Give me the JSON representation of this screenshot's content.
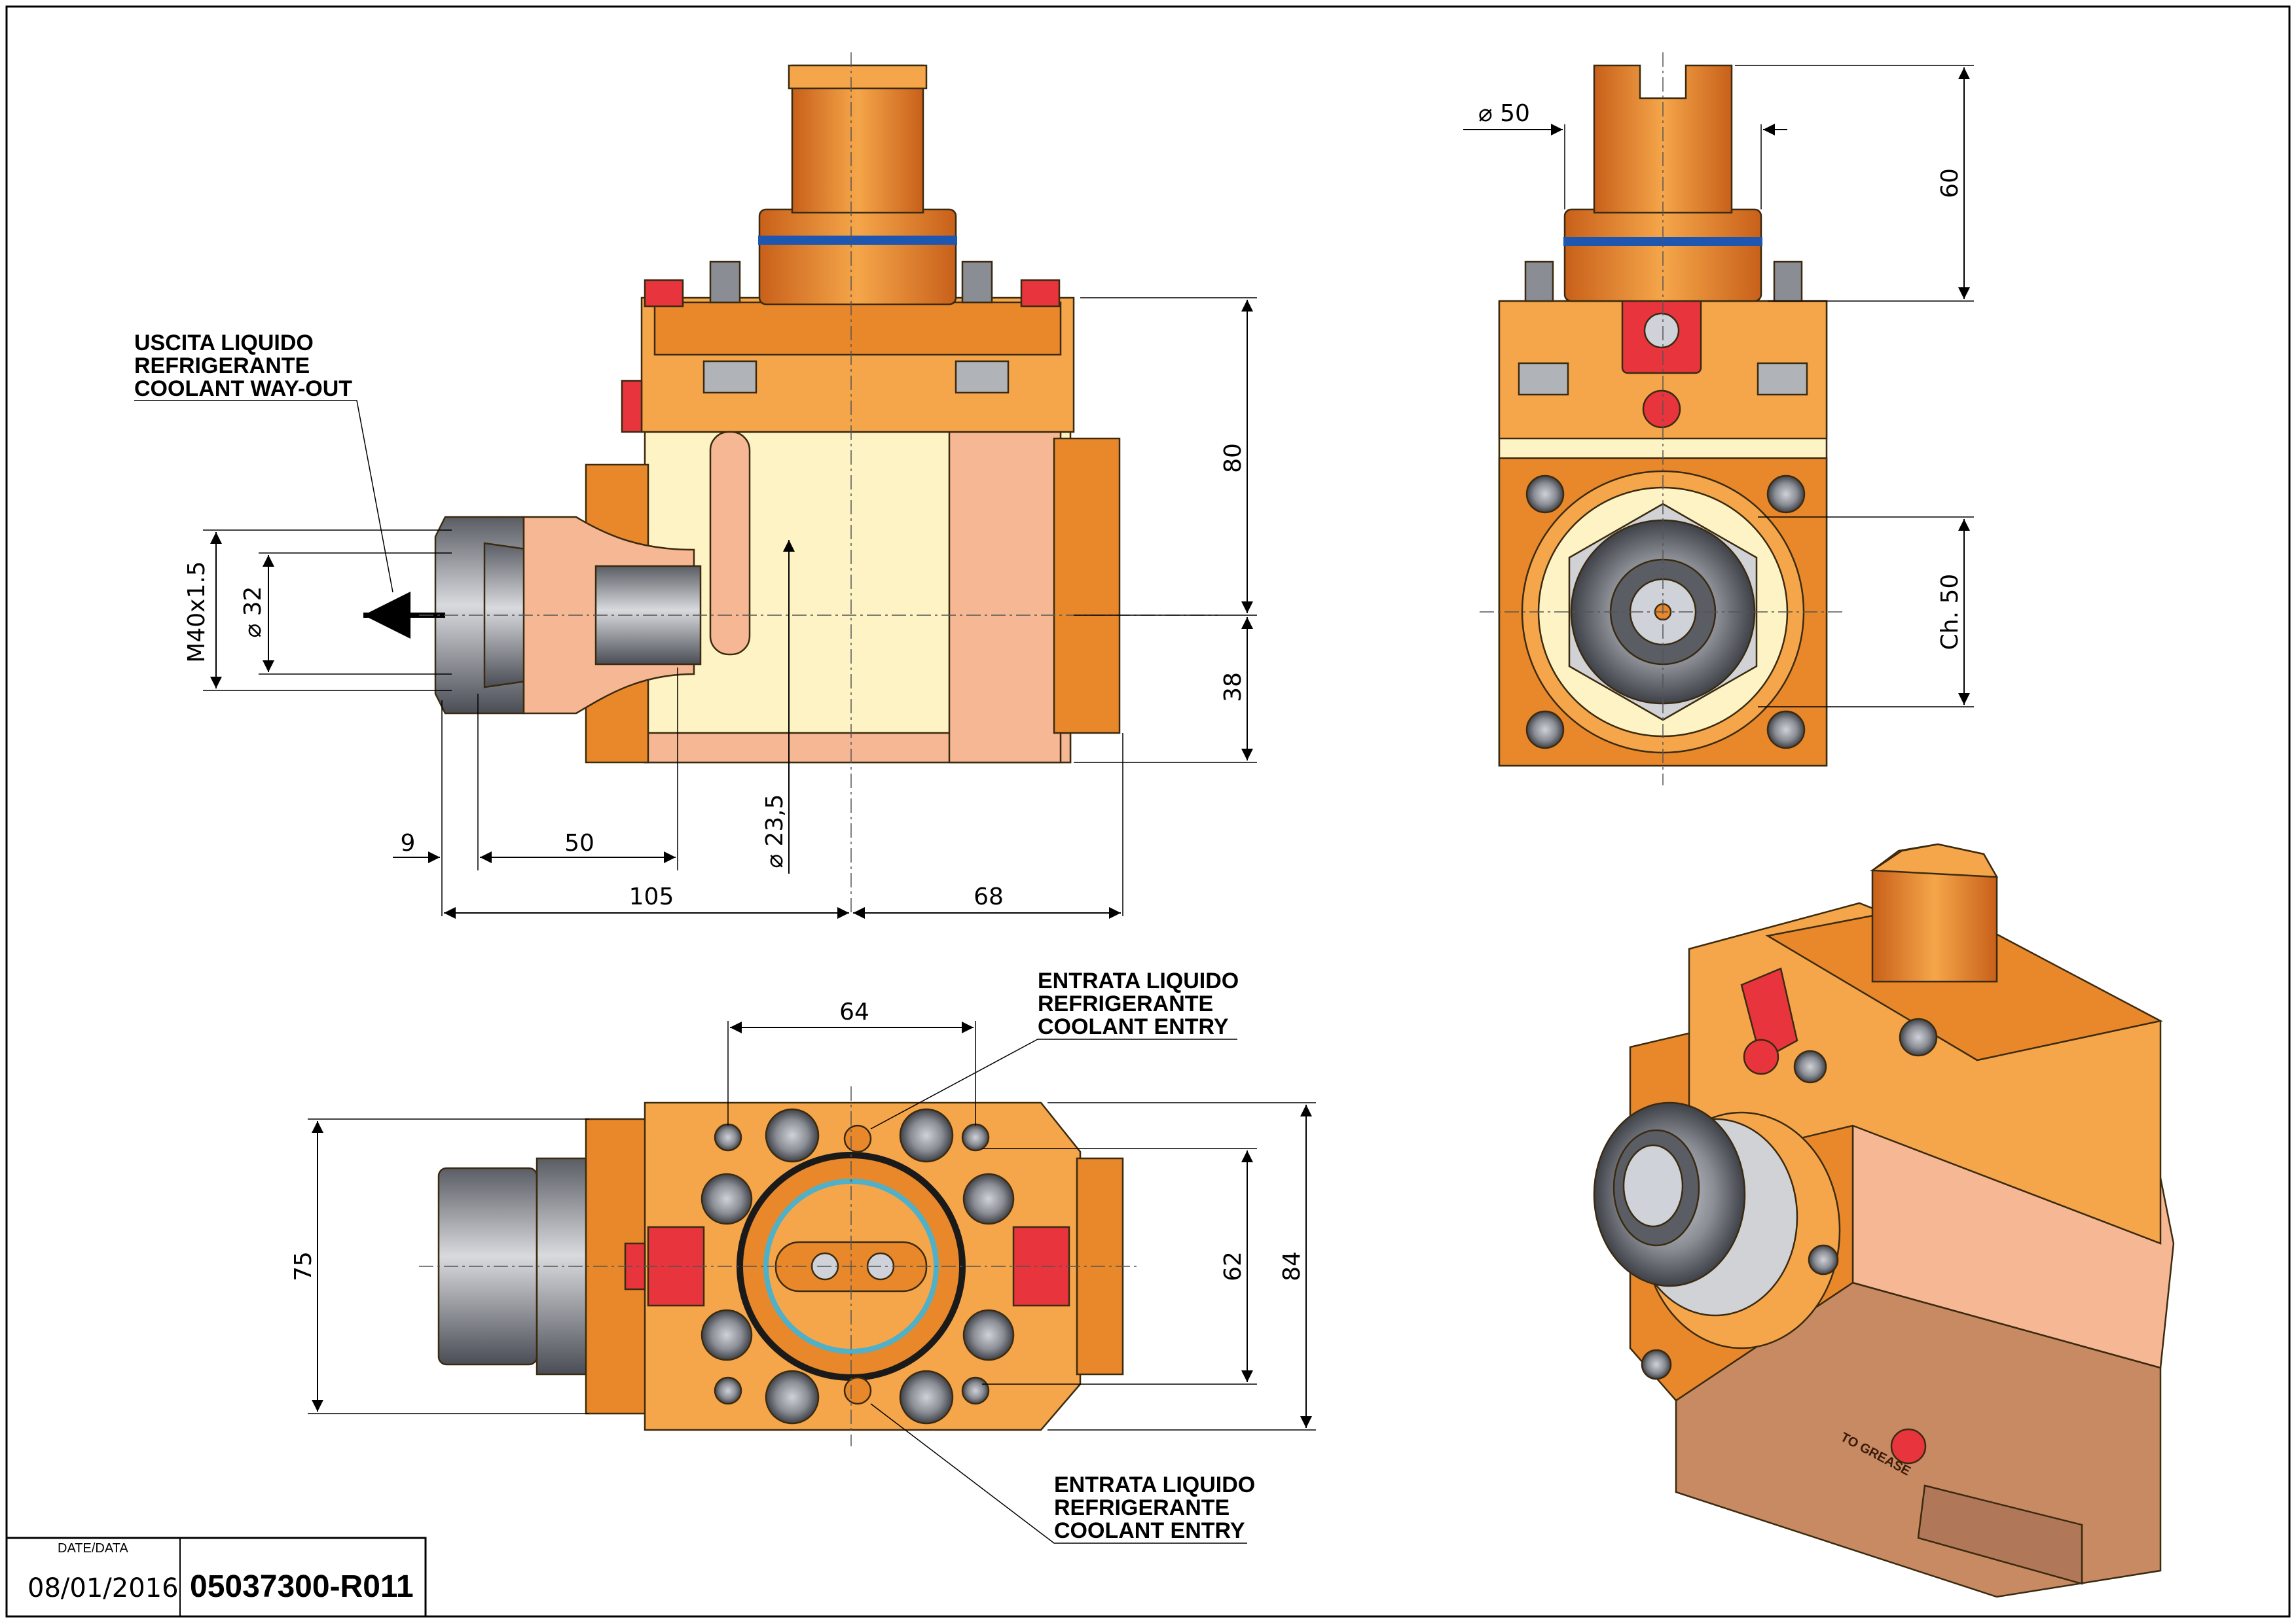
{
  "colors": {
    "orange": "#e8882a",
    "orange_dark": "#c8601a",
    "orange_light": "#f5a64a",
    "cream": "#fdf3c4",
    "salmon": "#f6b894",
    "red": "#e8343c",
    "steel": "#8a8d94",
    "steel_dark": "#4a4d55",
    "blue_ring": "#1f57b0"
  },
  "front_view": {
    "dim_80": "80",
    "dim_38": "38",
    "dim_9": "9",
    "dim_50": "50",
    "dim_105": "105",
    "dim_68": "68",
    "dim_thread": "M40x1.5",
    "dim_d32": "⌀ 32",
    "dim_d23": "⌀ 23,5",
    "coolant_out_line1": "USCITA LIQUIDO",
    "coolant_out_line2": "REFRIGERANTE",
    "coolant_out_line3": "COOLANT WAY-OUT"
  },
  "side_view": {
    "dim_d50": "⌀ 50",
    "dim_60": "60",
    "dim_ch50": "Ch. 50"
  },
  "top_view": {
    "dim_64": "64",
    "dim_75": "75",
    "dim_62": "62",
    "dim_84": "84",
    "coolant_in_top_line1": "ENTRATA LIQUIDO",
    "coolant_in_top_line2": "REFRIGERANTE",
    "coolant_in_top_line3": "COOLANT ENTRY",
    "coolant_in_bottom_line1": "ENTRATA LIQUIDO",
    "coolant_in_bottom_line2": "REFRIGERANTE",
    "coolant_in_bottom_line3": "COOLANT ENTRY"
  },
  "iso_view": {
    "grease_label": "TO GREASE"
  },
  "title_block": {
    "date_label": "DATE/DATA",
    "date_value": "08/01/2016",
    "drawing_code": "05037300-R011"
  }
}
